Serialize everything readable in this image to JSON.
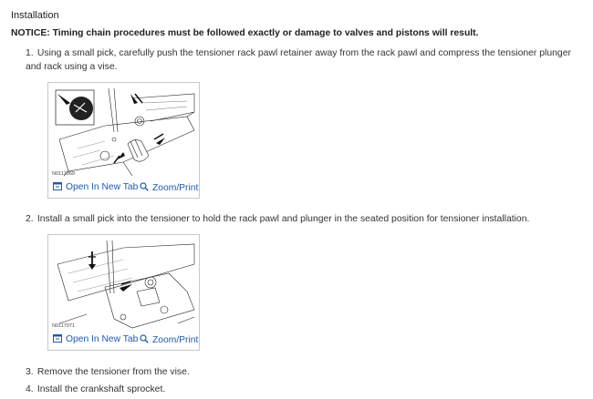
{
  "section": {
    "heading": "Installation",
    "notice": "NOTICE: Timing chain procedures must be followed exactly or damage to valves and pistons will result."
  },
  "steps": [
    {
      "number": "1.",
      "text": "Using a small pick, carefully push the tensioner rack pawl retainer away from the rack pawl and compress the tensioner plunger and rack using a vise."
    },
    {
      "number": "2.",
      "text": "Install a small pick into the tensioner to hold the rack pawl and plunger in the seated position for tensioner installation."
    },
    {
      "number": "3.",
      "text": "Remove the tensioner from the vise."
    },
    {
      "number": "4.",
      "text": "Install the crankshaft sprocket."
    }
  ],
  "figures": [
    {
      "code": "N0117069",
      "open_label": "Open In New Tab",
      "zoom_label": "Zoom/Print",
      "open_icon": "open-new-tab-icon",
      "zoom_icon": "magnifier-icon"
    },
    {
      "code": "N0117071",
      "open_label": "Open In New Tab",
      "zoom_label": "Zoom/Print",
      "open_icon": "open-new-tab-icon",
      "zoom_icon": "magnifier-icon"
    }
  ],
  "colors": {
    "link": "#1e5aa8",
    "text": "#333333",
    "border": "#c8c8c8"
  }
}
